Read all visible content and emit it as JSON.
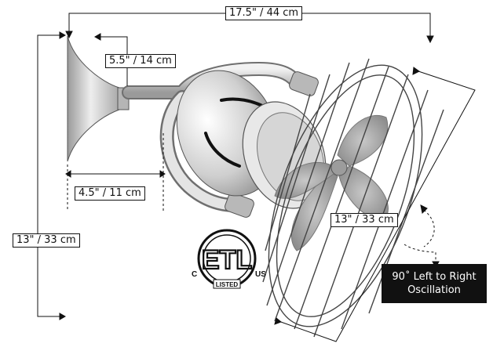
{
  "dimensions": {
    "overall_width": "17.5\" / 44 cm",
    "arm_length": "5.5\" / 14 cm",
    "mount_depth": "4.5\" / 11 cm",
    "overall_height": "13\" / 33 cm",
    "grille_diameter": "13\" / 33 cm"
  },
  "oscillation": {
    "line1": "90˚ Left to Right",
    "line2": "Oscillation"
  },
  "certification": {
    "mark": "ETL",
    "listed": "LISTED",
    "left": "C",
    "right": "US"
  },
  "colors": {
    "metal_light": "#e6e6e6",
    "metal_dark": "#8c8c8c",
    "line": "#111111",
    "callout_bg": "#111111"
  }
}
